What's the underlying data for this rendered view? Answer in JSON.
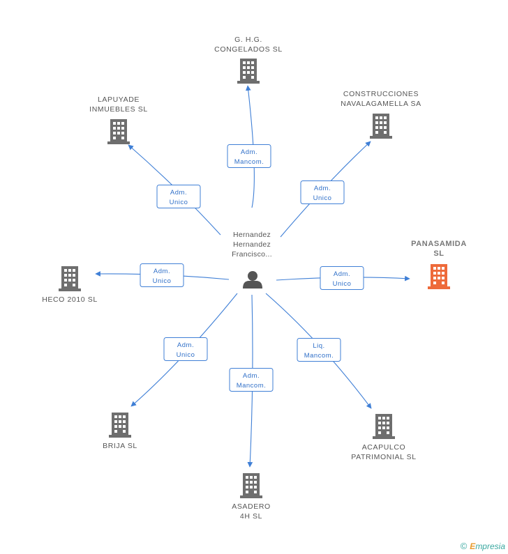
{
  "center": {
    "name_lines": [
      "Hernandez",
      "Hernandez",
      "Francisco..."
    ],
    "icon": "person-icon",
    "icon_color": "#555555"
  },
  "companies": [
    {
      "id": "ghg",
      "lines": [
        "G. H.G.",
        "CONGELADOS SL"
      ],
      "role_lines": [
        "Adm.",
        "Mancom."
      ],
      "highlight": false
    },
    {
      "id": "lapuyade",
      "lines": [
        "LAPUYADE",
        "INMUEBLES SL"
      ],
      "role_lines": [
        "Adm.",
        "Unico"
      ],
      "highlight": false
    },
    {
      "id": "constr",
      "lines": [
        "CONSTRUCCIONES",
        "NAVALAGAMELLA SA"
      ],
      "role_lines": [
        "Adm.",
        "Unico"
      ],
      "highlight": false
    },
    {
      "id": "panas",
      "lines": [
        "PANASAMIDA",
        "SL"
      ],
      "role_lines": [
        "Adm.",
        "Unico"
      ],
      "highlight": true
    },
    {
      "id": "heco",
      "lines": [
        "HECO 2010 SL"
      ],
      "role_lines": [
        "Adm.",
        "Unico"
      ],
      "highlight": false
    },
    {
      "id": "brija",
      "lines": [
        "BRIJA SL"
      ],
      "role_lines": [
        "Adm.",
        "Unico"
      ],
      "highlight": false
    },
    {
      "id": "acapulco",
      "lines": [
        "ACAPULCO",
        "PATRIMONIAL SL"
      ],
      "role_lines": [
        "Liq.",
        "Mancom."
      ],
      "highlight": false
    },
    {
      "id": "asadero",
      "lines": [
        "ASADERO",
        "4H SL"
      ],
      "role_lines": [
        "Adm.",
        "Mancom."
      ],
      "highlight": false
    }
  ],
  "colors": {
    "edge": "#3f7fd6",
    "building": "#6e6e6e",
    "building_highlight": "#ee6a3a"
  },
  "icons": {
    "company": "building-icon"
  },
  "footer": {
    "copyright_symbol": "©",
    "brand_initial": "E",
    "brand_rest": "mpresia"
  }
}
